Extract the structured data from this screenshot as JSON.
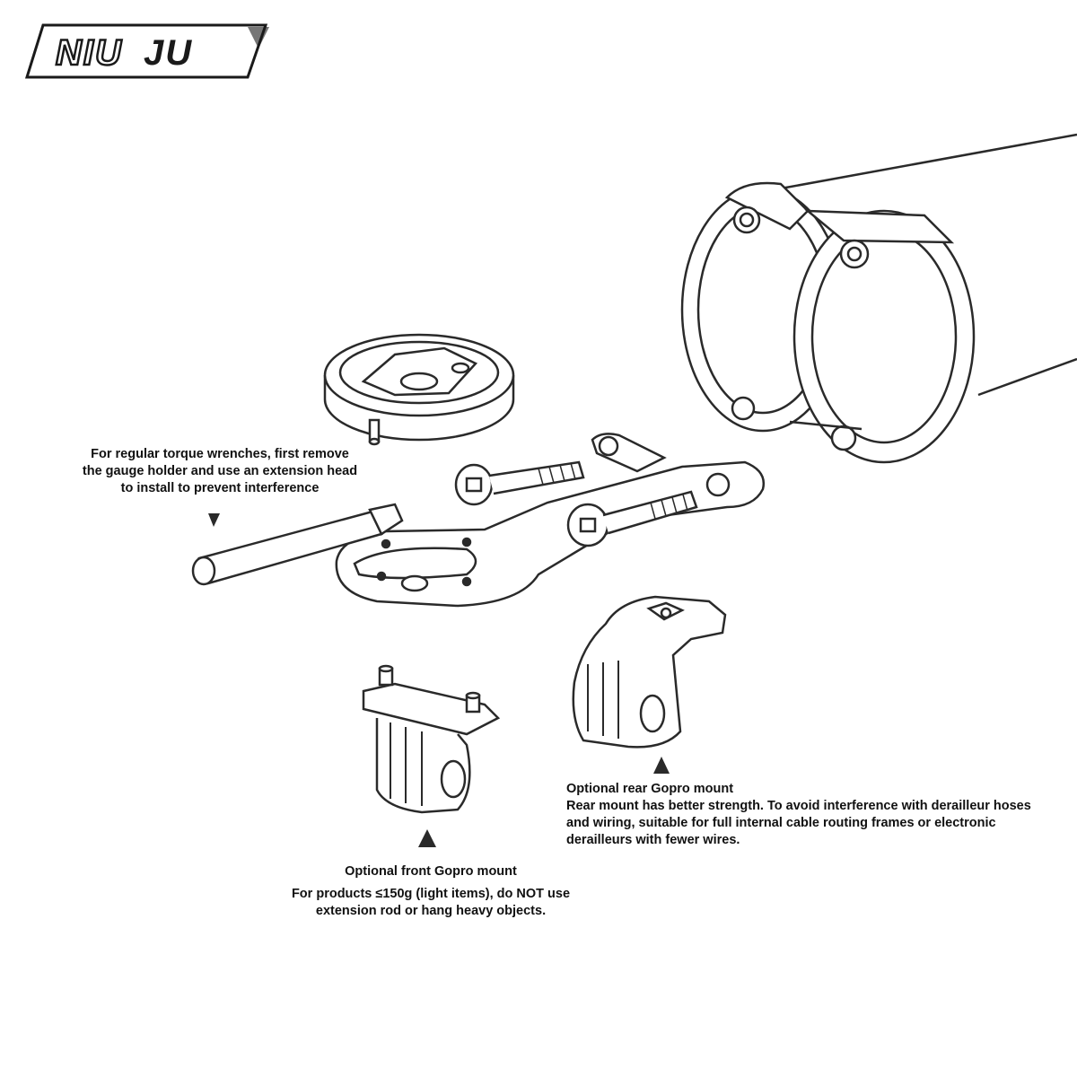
{
  "logo": {
    "part1": "NIU",
    "part2": "JU",
    "color_outline": "#1a1a1a",
    "color_fill": "#ffffff"
  },
  "notes": {
    "torque": {
      "text": "For regular torque wrenches, first remove the gauge holder and use an extension head to install to prevent interference"
    },
    "front_mount": {
      "title": "Optional front Gopro mount",
      "body": "For products ≤150g (light items), do NOT use extension rod or hang heavy objects."
    },
    "rear_mount": {
      "title": "Optional rear Gopro mount",
      "body": "Rear mount has better strength. To avoid interference with derailleur hoses and wiring, suitable for full internal cable routing frames or electronic derailleurs with fewer wires."
    }
  },
  "colors": {
    "line": "#2a2a2a",
    "text": "#111111",
    "background": "#ffffff"
  }
}
